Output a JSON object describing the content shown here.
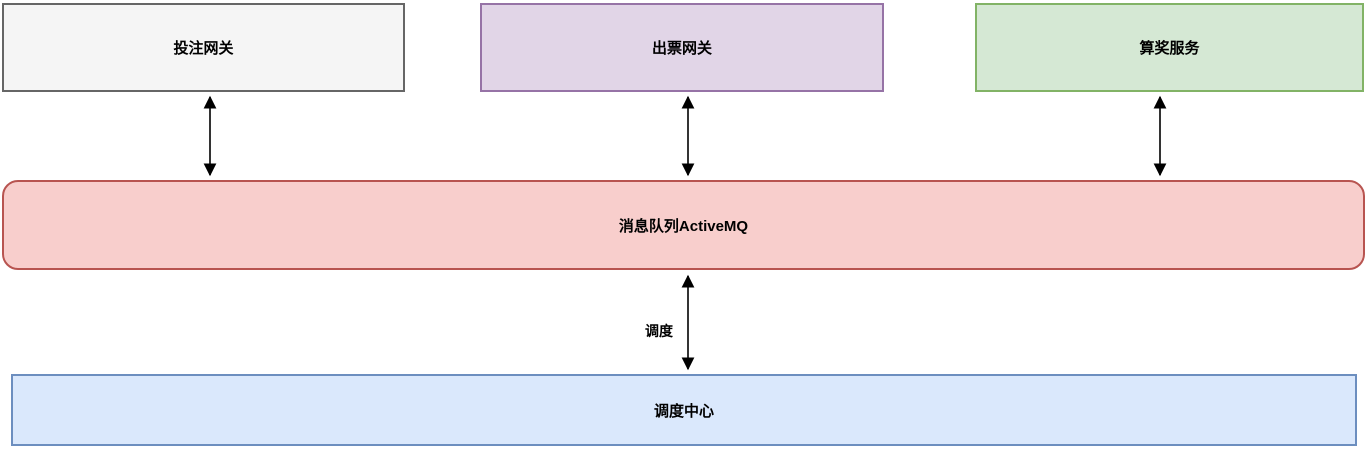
{
  "diagram": {
    "background": "#ffffff",
    "arrow_color": "#000000",
    "text_color": "#000000",
    "nodes": {
      "betting_gateway": {
        "label": "投注网关",
        "fill": "#f5f5f5",
        "border": "#666666"
      },
      "ticketing_gateway": {
        "label": "出票网关",
        "fill": "#e1d5e7",
        "border": "#9673a6"
      },
      "prize_service": {
        "label": "算奖服务",
        "fill": "#d5e8d4",
        "border": "#82b366"
      },
      "message_queue": {
        "label": "消息队列ActiveMQ",
        "fill": "#f8cecc",
        "border": "#b85450"
      },
      "dispatch_center": {
        "label": "调度中心",
        "fill": "#dae8fc",
        "border": "#6c8ebf"
      }
    },
    "edges": [
      {
        "from": "betting_gateway",
        "to": "message_queue",
        "label": "",
        "style": "double-arrow"
      },
      {
        "from": "ticketing_gateway",
        "to": "message_queue",
        "label": "",
        "style": "double-arrow"
      },
      {
        "from": "prize_service",
        "to": "message_queue",
        "label": "",
        "style": "double-arrow"
      },
      {
        "from": "message_queue",
        "to": "dispatch_center",
        "label": "调度",
        "style": "double-arrow"
      }
    ]
  }
}
